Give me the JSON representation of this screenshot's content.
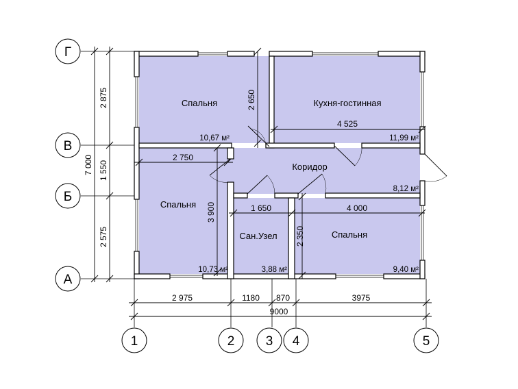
{
  "axes": {
    "rows": [
      {
        "id": "row-g",
        "label": "Г"
      },
      {
        "id": "row-v",
        "label": "В"
      },
      {
        "id": "row-b",
        "label": "Б"
      },
      {
        "id": "row-a",
        "label": "А"
      }
    ],
    "columns": [
      {
        "id": "col-1",
        "label": "1"
      },
      {
        "id": "col-2",
        "label": "2"
      },
      {
        "id": "col-3",
        "label": "3"
      },
      {
        "id": "col-4",
        "label": "4"
      },
      {
        "id": "col-5",
        "label": "5"
      }
    ]
  },
  "rooms": {
    "bedroom_top": {
      "name": "Спальня",
      "area": "10,67 м²"
    },
    "kitchen": {
      "name": "Кухня-гостинная",
      "area": "11,99 м²"
    },
    "corridor": {
      "name": "Коридор",
      "area": "8,12 м²"
    },
    "bedroom_left": {
      "name": "Спальня",
      "area": "10,73 м²"
    },
    "bathroom": {
      "name": "Сан.Узел",
      "area": "3,88 м²"
    },
    "bedroom_right": {
      "name": "Спальня",
      "area": "9,40 м²"
    }
  },
  "dimensions": {
    "left_2875": "2 875",
    "left_1550": "1 550",
    "left_2575": "2 575",
    "left_total": "7 000",
    "bottom_2975": "2 975",
    "bottom_1180": "1180",
    "bottom_870": "870",
    "bottom_3975": "3975",
    "bottom_total": "9000",
    "inner_2650": "2 650",
    "inner_4525": "4 525",
    "inner_2750": "2 750",
    "inner_3900": "3 900",
    "inner_1650": "1 650",
    "inner_4000": "4 000",
    "inner_2350": "2 350"
  }
}
